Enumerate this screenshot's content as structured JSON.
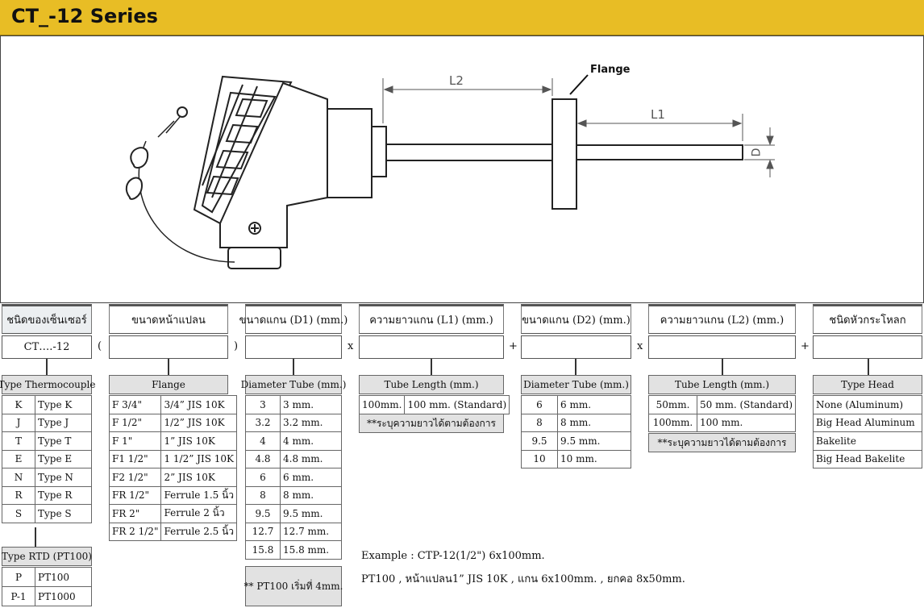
{
  "title": "CT_-12 Series",
  "diagram": {
    "flange_label": "Flange",
    "l2_label": "L2",
    "l1_label": "L1",
    "d_label": "D"
  },
  "code_row": {
    "headers": [
      "ชนิดของเซ็นเซอร์",
      "ขนาดหน้าแปลน",
      "ขนาดแกน (D1) (mm.)",
      "ความยาวแกน (L1) (mm.)",
      "ขนาดแกน (D2) (mm.)",
      "ความยาวแกน (L2) (mm.)",
      "ชนิดหัวกระโหลก"
    ],
    "sensor_code": "CT….-12",
    "separators": [
      "(",
      ")",
      "x",
      "+",
      "x",
      "+"
    ]
  },
  "sensor_table": {
    "header": "Type Thermocouple",
    "rows": [
      [
        "K",
        "Type K"
      ],
      [
        "J",
        "Type J"
      ],
      [
        "T",
        "Type T"
      ],
      [
        "E",
        "Type E"
      ],
      [
        "N",
        "Type N"
      ],
      [
        "R",
        "Type R"
      ],
      [
        "S",
        "Type S"
      ]
    ]
  },
  "rtd_table": {
    "header": "Type RTD (PT100)",
    "rows": [
      [
        "P",
        "PT100"
      ],
      [
        "P-1",
        "PT1000"
      ]
    ]
  },
  "flange_table": {
    "header": "Flange",
    "rows": [
      [
        "F 3/4\"",
        "3/4” JIS 10K"
      ],
      [
        "F 1/2\"",
        "1/2” JIS 10K"
      ],
      [
        "F 1\"",
        "1” JIS 10K"
      ],
      [
        "F1 1/2\"",
        "1 1/2” JIS 10K"
      ],
      [
        "F2 1/2\"",
        "2” JIS 10K"
      ],
      [
        "FR 1/2\"",
        "Ferrule 1.5 นิ้ว"
      ],
      [
        "FR 2\"",
        "Ferrule 2 นิ้ว"
      ],
      [
        "FR 2 1/2\"",
        "Ferrule  2.5 นิ้ว"
      ]
    ]
  },
  "d1_table": {
    "header": "Diameter Tube (mm.)",
    "rows": [
      [
        "3",
        "3 mm."
      ],
      [
        "3.2",
        "3.2 mm."
      ],
      [
        "4",
        "4 mm."
      ],
      [
        "4.8",
        "4.8 mm."
      ],
      [
        "6",
        "6 mm."
      ],
      [
        "8",
        "8 mm."
      ],
      [
        "9.5",
        "9.5 mm."
      ],
      [
        "12.7",
        "12.7 mm."
      ],
      [
        "15.8",
        "15.8 mm."
      ]
    ],
    "note": "** PT100 เริ่มที่ 4mm."
  },
  "l1_table": {
    "header": "Tube Length (mm.)",
    "rows": [
      [
        "100mm.",
        "100 mm. (Standard)"
      ]
    ],
    "note": "**ระบุความยาวได้ตามต้องการ"
  },
  "d2_table": {
    "header": "Diameter Tube (mm.)",
    "rows": [
      [
        "6",
        "6 mm."
      ],
      [
        "8",
        "8 mm."
      ],
      [
        "9.5",
        "9.5 mm."
      ],
      [
        "10",
        "10 mm."
      ]
    ]
  },
  "l2_table": {
    "header": "Tube Length (mm.)",
    "rows": [
      [
        "50mm.",
        "50 mm. (Standard)"
      ],
      [
        "100mm.",
        "100 mm."
      ]
    ],
    "note": "**ระบุความยาวได้ตามต้องการ"
  },
  "head_table": {
    "header": "Type Head",
    "rows": [
      "None (Aluminum)",
      "Big Head Aluminum",
      "Bakelite",
      "Big Head Bakelite"
    ]
  },
  "example": {
    "line1": "Example :  CTP-12(1/2\") 6x100mm.",
    "line2": "PT100 , หน้าแปลน1” JIS 10K , แกน 6x100mm. , ยกคอ 8x50mm."
  }
}
